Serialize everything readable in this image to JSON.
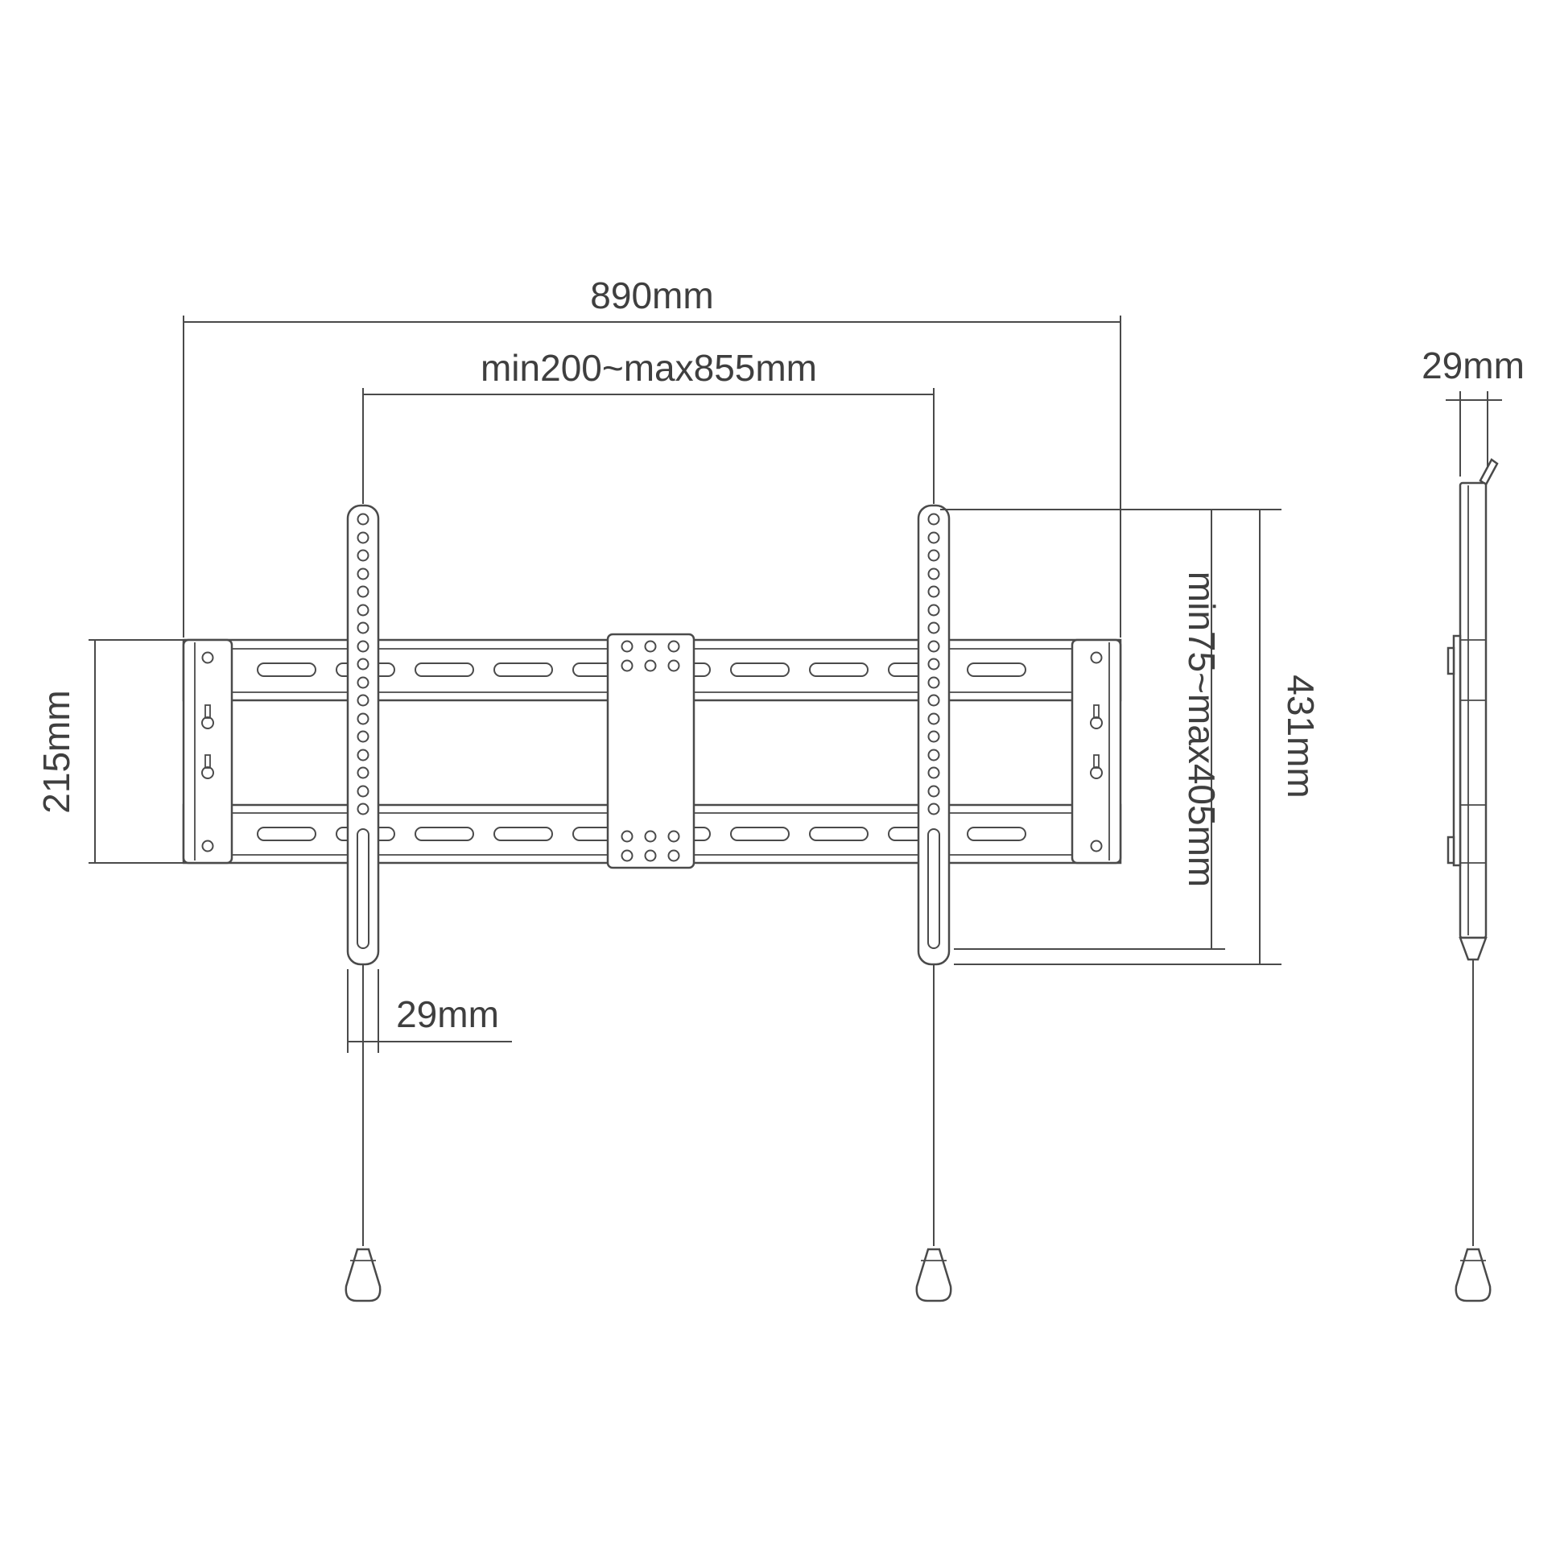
{
  "colors": {
    "line": "#4a4a4a",
    "background": "#ffffff"
  },
  "front_view": {
    "overall_width": "890mm",
    "mount_range": "min200~max855mm",
    "plate_height": "215mm",
    "rail_width": "29mm",
    "vertical_range": "min75~max405mm",
    "rail_height": "431mm"
  },
  "side_view": {
    "depth": "29mm"
  }
}
